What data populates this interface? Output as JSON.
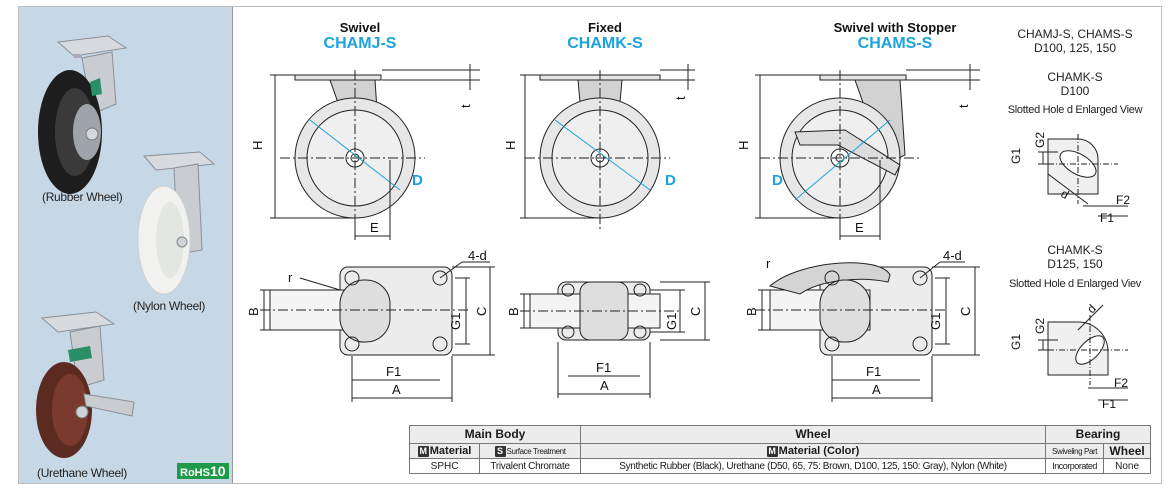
{
  "photos": {
    "rubber_caption": "(Rubber Wheel)",
    "nylon_caption": "(Nylon Wheel)",
    "urethane_caption": "(Urethane Wheel)",
    "rohs": {
      "prefix": "RoHS",
      "num": "10"
    }
  },
  "types": [
    {
      "label": "Swivel",
      "code": "CHAMJ-S"
    },
    {
      "label": "Fixed",
      "code": "CHAMK-S"
    },
    {
      "label": "Swivel with Stopper",
      "code": "CHAMS-S"
    }
  ],
  "dims": {
    "H": "H",
    "t": "t",
    "D": "D",
    "E": "E",
    "B": "B",
    "r": "r",
    "four_d": "4-d",
    "G1": "G1",
    "C": "C",
    "F1": "F1",
    "A": "A",
    "d": "d",
    "G2": "G2",
    "F2": "F2"
  },
  "right_notes": {
    "group1_models": "CHAMJ-S, CHAMS-S",
    "group1_sizes": "D100, 125, 150",
    "group1b_model": "CHAMK-S",
    "group1b_size": "D100",
    "group1_view": "Slotted Hole d Enlarged View",
    "group2_model": "CHAMK-S",
    "group2_sizes": "D125, 150",
    "group2_view": "Slotted Hole d Enlarged Viev"
  },
  "table": {
    "groups": [
      "Main Body",
      "Wheel",
      "Bearing"
    ],
    "badge_m": "M",
    "badge_s": "S",
    "col_material": "Material",
    "col_surface": "Surface Treatment",
    "col_wheel_material": "Material (Color)",
    "col_swiveling": "Swiveling Part",
    "col_wheel": "Wheel",
    "row": {
      "material": "SPHC",
      "surface": "Trivalent Chromate",
      "wheel_material": "Synthetic Rubber (Black), Urethane (D50, 65, 75: Brown, D100, 125, 150: Gray), Nylon (White)",
      "swiveling": "Incorporated",
      "wheel": "None"
    }
  }
}
